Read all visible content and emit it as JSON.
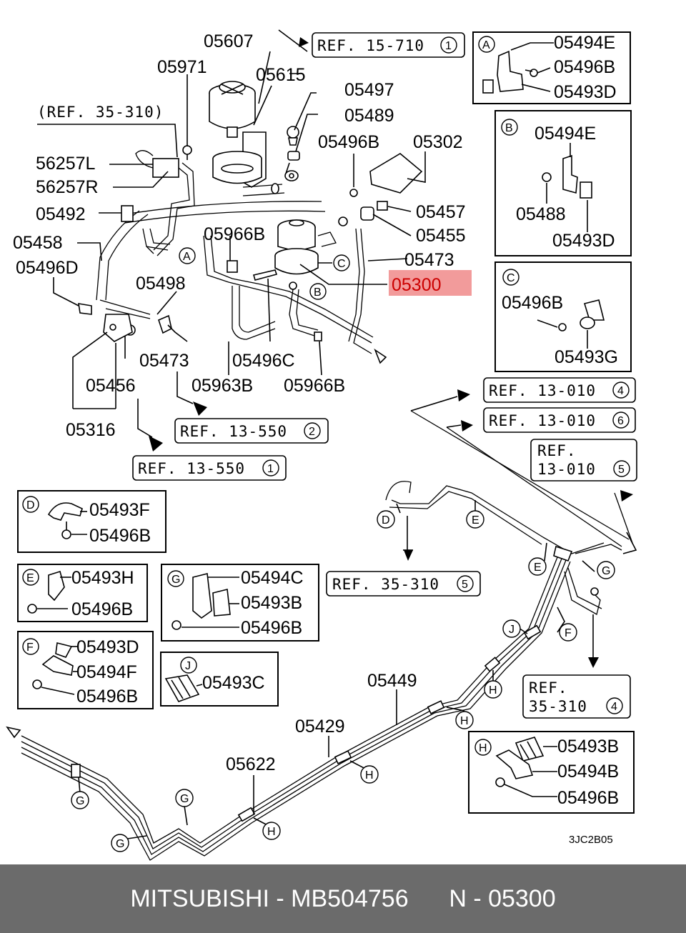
{
  "footer": {
    "brand": "MITSUBISHI",
    "sep1": " - ",
    "part_number": "MB504756",
    "gap": "      ",
    "note": "N - 05300"
  },
  "diagram_code": "3JC2B05",
  "highlight": "05300",
  "labels": {
    "p05607": "05607",
    "p05971": "05971",
    "p05615": "05615",
    "p05497": "05497",
    "p05489": "05489",
    "p05496B_top": "05496B",
    "p05302": "05302",
    "p56257L": "56257L",
    "p56257R": "56257R",
    "p05492": "05492",
    "p05458": "05458",
    "p05496D": "05496D",
    "p05966B_top": "05966B",
    "p05457": "05457",
    "p05455": "05455",
    "p05473_r": "05473",
    "p05498": "05498",
    "p05473_b": "05473",
    "p05496C": "05496C",
    "p05456": "05456",
    "p05963B": "05963B",
    "p05966B_bot": "05966B",
    "p05316": "05316",
    "p05449": "05449",
    "p05429": "05429",
    "p05622": "05622"
  },
  "refs": {
    "r15710": "REF. 15-710",
    "r15710_n": "1",
    "r35310a": "(REF. 35-310)",
    "r13010a": "REF. 13-010",
    "r13010a_n": "4",
    "r13010b": "REF. 13-010",
    "r13010b_n": "6",
    "r13010c_1": "REF.",
    "r13010c_2": "13-010",
    "r13010c_n": "5",
    "r13550a": "REF. 13-550",
    "r13550a_n": "2",
    "r13550b": "REF. 13-550",
    "r13550b_n": "1",
    "r35310b": "REF. 35-310",
    "r35310b_n": "5",
    "r35310c_1": "REF.",
    "r35310c_2": "35-310",
    "r35310c_n": "4"
  },
  "boxes": {
    "A": {
      "letter": "A",
      "p1": "05494E",
      "p2": "05496B",
      "p3": "05493D"
    },
    "B": {
      "letter": "B",
      "p1": "05494E",
      "p2": "05488",
      "p3": "05493D"
    },
    "C": {
      "letter": "C",
      "p1": "05496B",
      "p2": "05493G"
    },
    "D": {
      "letter": "D",
      "p1": "05493F",
      "p2": "05496B"
    },
    "E": {
      "letter": "E",
      "p1": "05493H",
      "p2": "05496B"
    },
    "F": {
      "letter": "F",
      "p1": "05493D",
      "p2": "05494F",
      "p3": "05496B"
    },
    "G": {
      "letter": "G",
      "p1": "05494C",
      "p2": "05493B",
      "p3": "05496B"
    },
    "J": {
      "letter": "J",
      "p1": "05493C"
    },
    "H": {
      "letter": "H",
      "p1": "05493B",
      "p2": "05494B",
      "p3": "05496B"
    }
  },
  "callouts": {
    "A": "A",
    "B": "B",
    "C": "C",
    "D": "D",
    "E": "E",
    "F": "F",
    "G": "G",
    "H": "H",
    "J": "J"
  }
}
